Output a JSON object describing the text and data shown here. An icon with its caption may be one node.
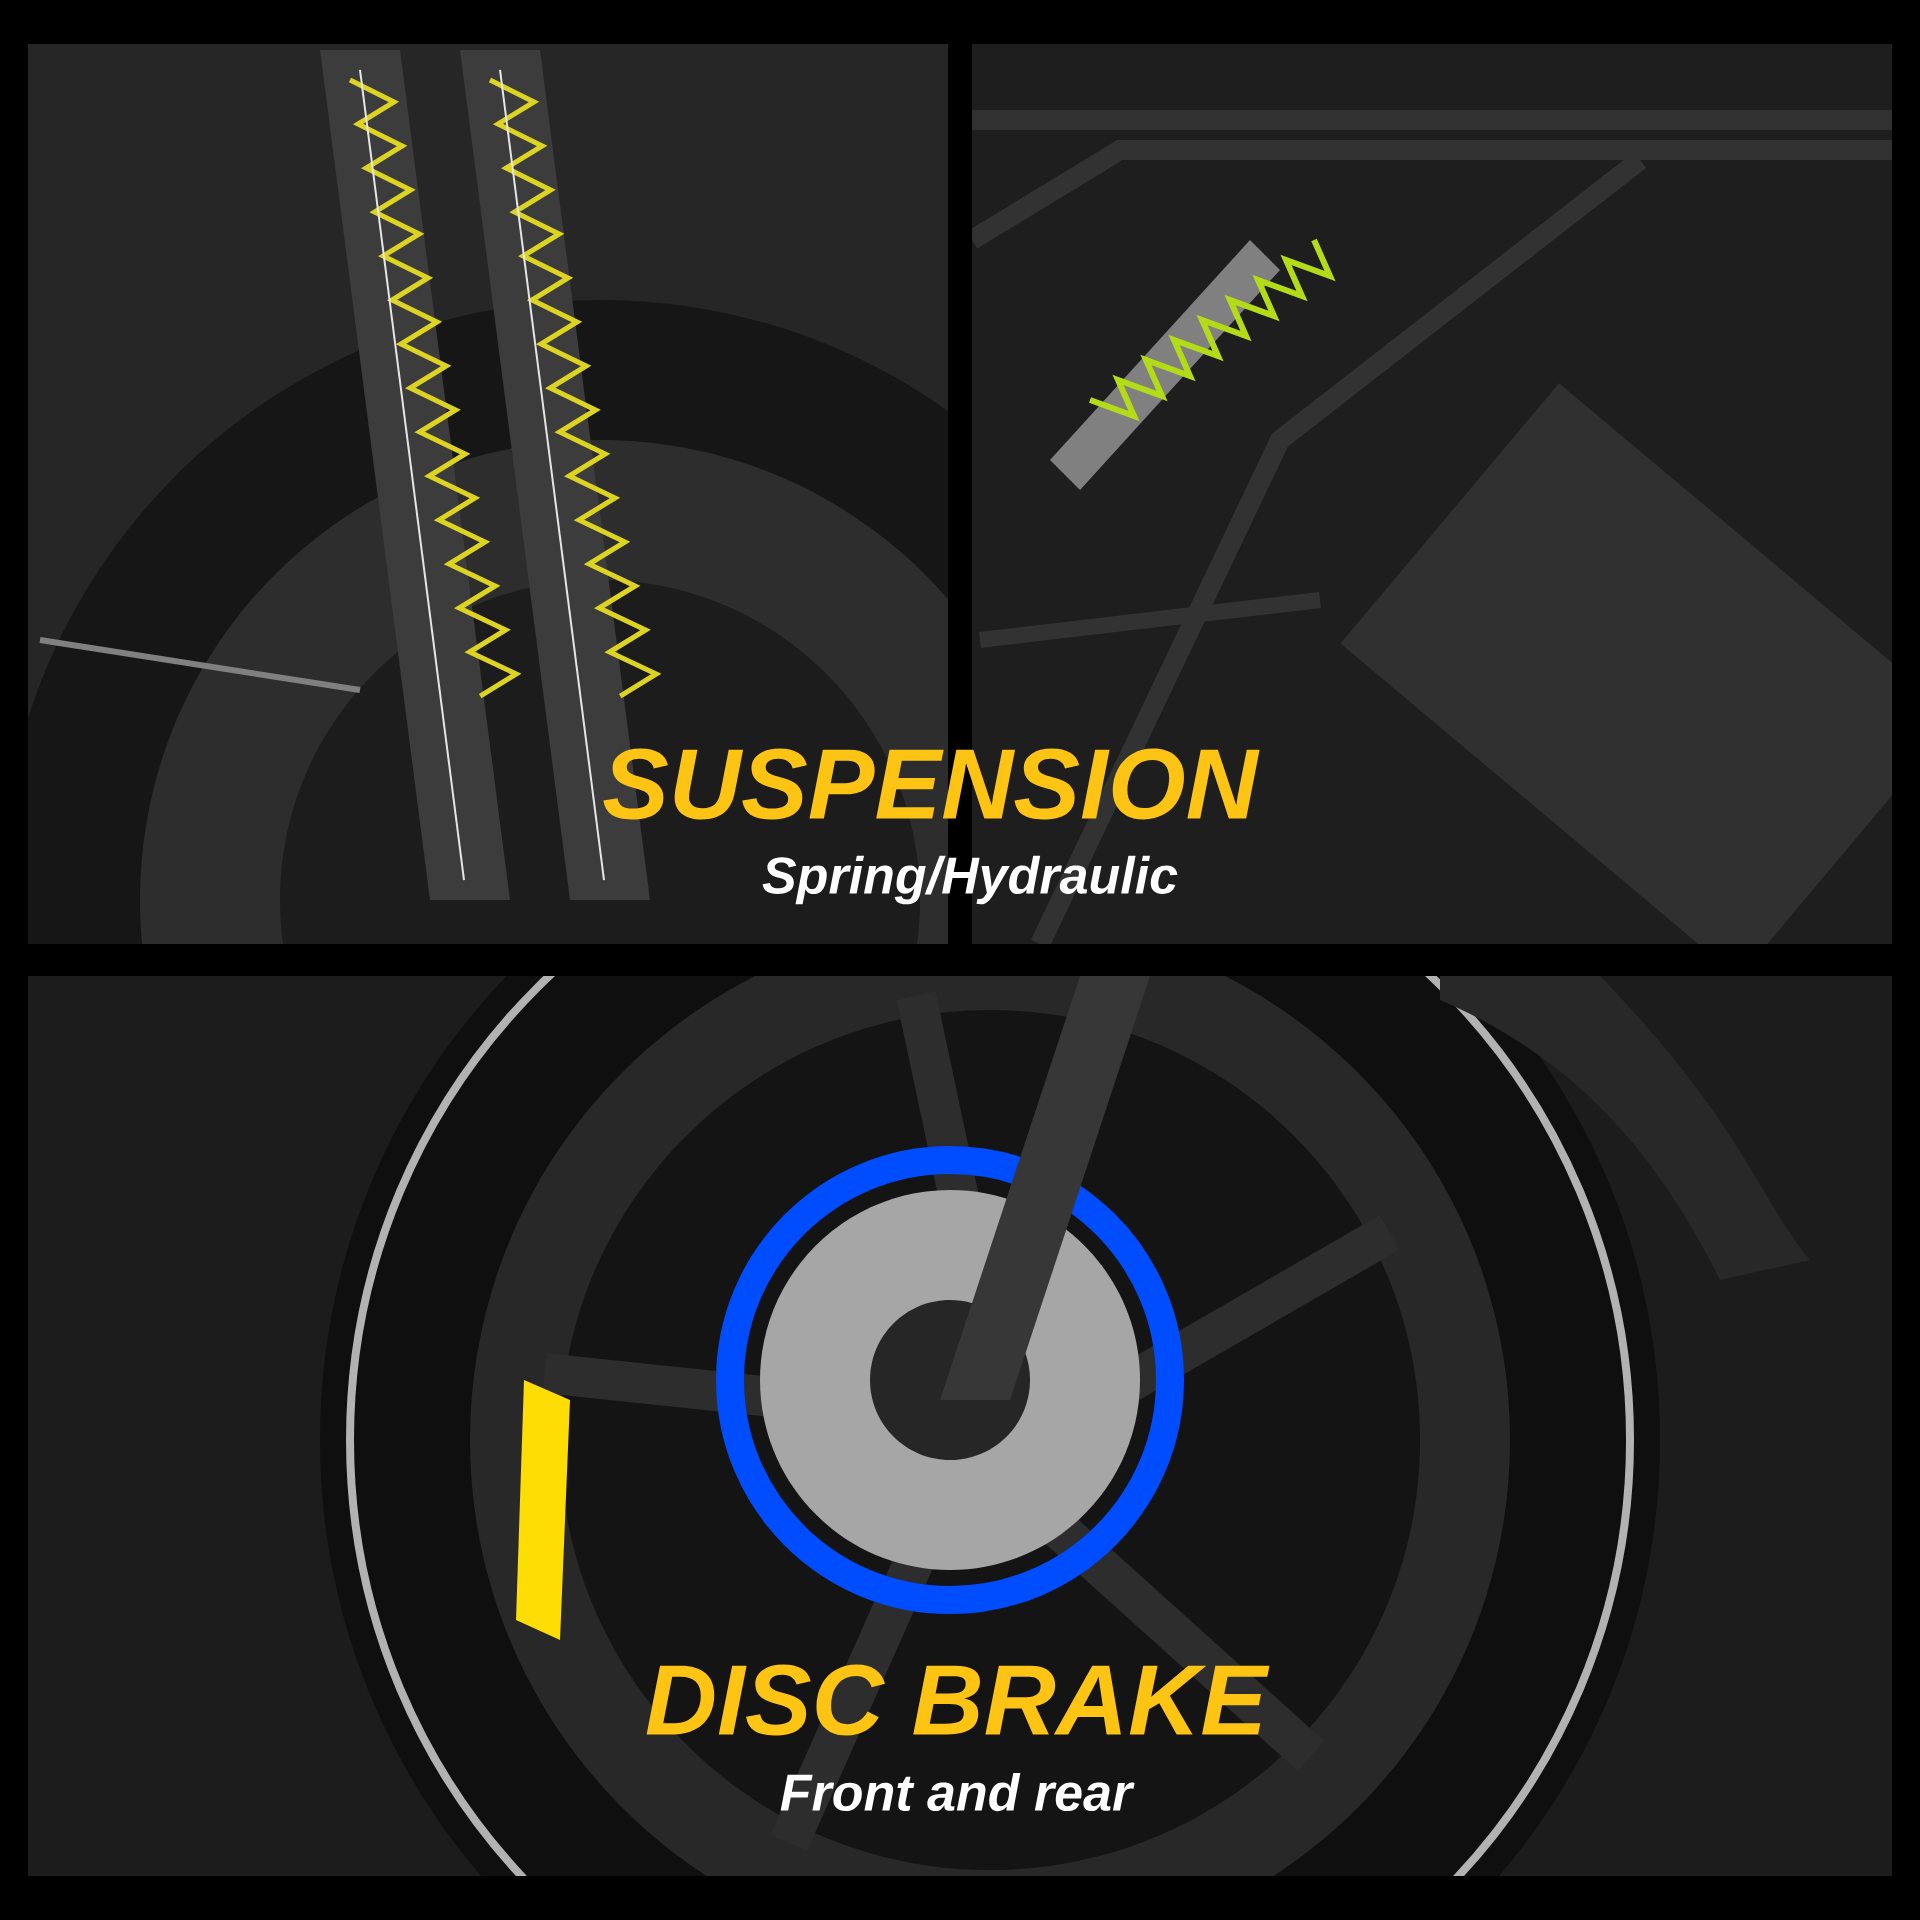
{
  "diagram": {
    "labels": [
      "SUSPENSION",
      "Spring/Hydraulic",
      "DISC BRAKE",
      "Front and rear"
    ]
  }
}
